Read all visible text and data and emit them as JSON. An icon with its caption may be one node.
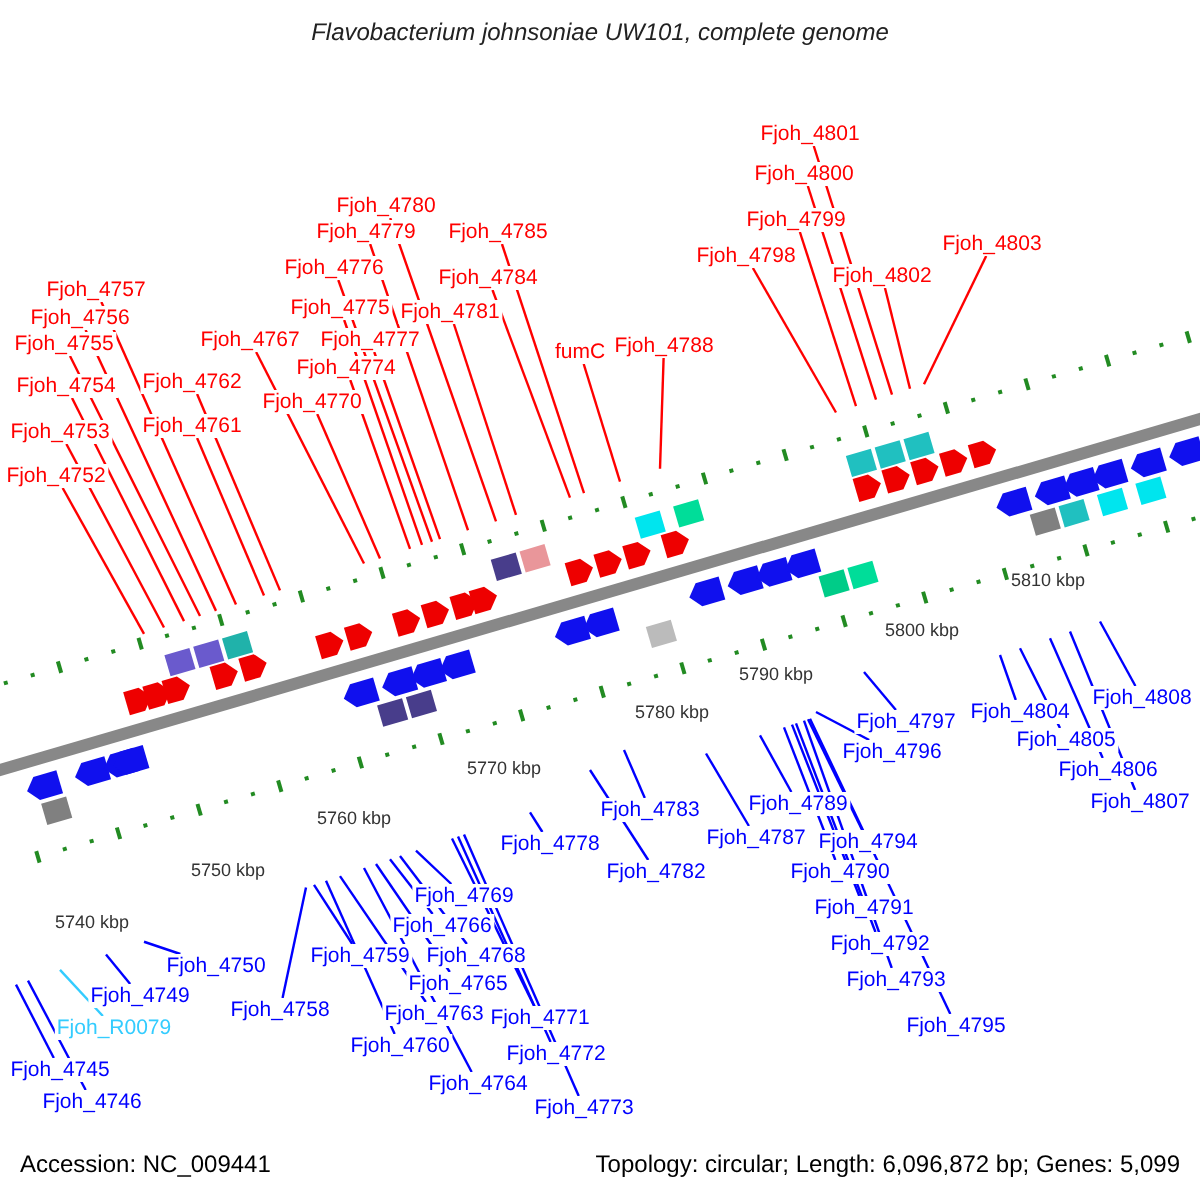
{
  "diagram": {
    "title": "Flavobacterium johnsoniae UW101, complete genome",
    "nodes": [
      {
        "text": [
          "Fjoh_4801"
        ]
      },
      {
        "text": [
          "Fjoh_4800"
        ]
      },
      {
        "text": [
          "Fjoh_4799"
        ]
      },
      {
        "text": [
          "Fjoh_4798"
        ]
      },
      {
        "text": [
          "Fjoh_4802"
        ]
      },
      {
        "text": [
          "Fjoh_4803"
        ]
      },
      {
        "text": [
          "Fjoh_4780"
        ]
      },
      {
        "text": [
          "Fjoh_4779"
        ]
      },
      {
        "text": [
          "Fjoh_4785"
        ]
      },
      {
        "text": [
          "Fjoh_4776"
        ]
      },
      {
        "text": [
          "Fjoh_4784"
        ]
      },
      {
        "text": [
          "Fjoh_4775"
        ]
      },
      {
        "text": [
          "Fjoh_4781"
        ]
      },
      {
        "text": [
          "Fjoh_4777"
        ]
      },
      {
        "text": [
          "Fjoh_4774"
        ]
      },
      {
        "text": [
          "Fjoh_4767"
        ]
      },
      {
        "text": [
          "Fjoh_4770"
        ]
      },
      {
        "text": [
          "fumC"
        ]
      },
      {
        "text": [
          "Fjoh_4788"
        ]
      },
      {
        "text": [
          "Fjoh_4757"
        ]
      },
      {
        "text": [
          "Fjoh_4756"
        ]
      },
      {
        "text": [
          "Fjoh_4755"
        ]
      },
      {
        "text": [
          "Fjoh_4754"
        ]
      },
      {
        "text": [
          "Fjoh_4762"
        ]
      },
      {
        "text": [
          "Fjoh_4753"
        ]
      },
      {
        "text": [
          "Fjoh_4761"
        ]
      },
      {
        "text": [
          "Fjoh_4752"
        ]
      },
      {
        "text": [
          "Fjoh_4808"
        ]
      },
      {
        "text": [
          "Fjoh_4804"
        ]
      },
      {
        "text": [
          "Fjoh_4797"
        ]
      },
      {
        "text": [
          "Fjoh_4805"
        ]
      },
      {
        "text": [
          "Fjoh_4796"
        ]
      },
      {
        "text": [
          "Fjoh_4806"
        ]
      },
      {
        "text": [
          "Fjoh_4807"
        ]
      },
      {
        "text": [
          "Fjoh_4789"
        ]
      },
      {
        "text": [
          "Fjoh_4783"
        ]
      },
      {
        "text": [
          "Fjoh_4787"
        ]
      },
      {
        "text": [
          "Fjoh_4778"
        ]
      },
      {
        "text": [
          "Fjoh_4794"
        ]
      },
      {
        "text": [
          "Fjoh_4782"
        ]
      },
      {
        "text": [
          "Fjoh_4790"
        ]
      },
      {
        "text": [
          "Fjoh_4769"
        ]
      },
      {
        "text": [
          "Fjoh_4791"
        ]
      },
      {
        "text": [
          "Fjoh_4766"
        ]
      },
      {
        "text": [
          "Fjoh_4792"
        ]
      },
      {
        "text": [
          "Fjoh_4768"
        ]
      },
      {
        "text": [
          "Fjoh_4759"
        ]
      },
      {
        "text": [
          "Fjoh_4750"
        ]
      },
      {
        "text": [
          "Fjoh_4793"
        ]
      },
      {
        "text": [
          "Fjoh_4765"
        ]
      },
      {
        "text": [
          "Fjoh_4749"
        ]
      },
      {
        "text": [
          "Fjoh_4758"
        ]
      },
      {
        "text": [
          "Fjoh_4763"
        ]
      },
      {
        "text": [
          "Fjoh_4771"
        ]
      },
      {
        "text": [
          "Fjoh_4795"
        ]
      },
      {
        "text": [
          "Fjoh_R0079"
        ]
      },
      {
        "text": [
          "Fjoh_4760"
        ]
      },
      {
        "text": [
          "Fjoh_4772"
        ]
      },
      {
        "text": [
          "Fjoh_4745"
        ]
      },
      {
        "text": [
          "Fjoh_4764"
        ]
      },
      {
        "text": [
          "Fjoh_4746"
        ]
      },
      {
        "text": [
          "Fjoh_4773"
        ]
      }
    ],
    "edges": [
      {
        "from": 0,
        "to": null,
        "arrow": "none",
        "color": "#ff0000"
      },
      {
        "from": 1,
        "to": null,
        "arrow": "none",
        "color": "#ff0000"
      },
      {
        "from": 2,
        "to": null,
        "arrow": "none",
        "color": "#ff0000"
      },
      {
        "from": 3,
        "to": null,
        "arrow": "none",
        "color": "#ff0000"
      },
      {
        "from": 4,
        "to": null,
        "arrow": "none",
        "color": "#ff0000"
      },
      {
        "from": 5,
        "to": null,
        "arrow": "none",
        "color": "#ff0000"
      },
      {
        "from": 6,
        "to": null,
        "arrow": "none",
        "color": "#ff0000"
      },
      {
        "from": 7,
        "to": null,
        "arrow": "none",
        "color": "#ff0000"
      },
      {
        "from": 8,
        "to": null,
        "arrow": "none",
        "color": "#ff0000"
      },
      {
        "from": 9,
        "to": null,
        "arrow": "none",
        "color": "#ff0000"
      },
      {
        "from": 10,
        "to": null,
        "arrow": "none",
        "color": "#ff0000"
      },
      {
        "from": 11,
        "to": null,
        "arrow": "none",
        "color": "#ff0000"
      },
      {
        "from": 12,
        "to": null,
        "arrow": "none",
        "color": "#ff0000"
      },
      {
        "from": 13,
        "to": null,
        "arrow": "none",
        "color": "#ff0000"
      },
      {
        "from": 14,
        "to": null,
        "arrow": "none",
        "color": "#ff0000"
      },
      {
        "from": 15,
        "to": null,
        "arrow": "none",
        "color": "#ff0000"
      },
      {
        "from": 16,
        "to": null,
        "arrow": "none",
        "color": "#ff0000"
      },
      {
        "from": 17,
        "to": null,
        "arrow": "none",
        "color": "#ff0000"
      },
      {
        "from": 18,
        "to": null,
        "arrow": "none",
        "color": "#ff0000"
      },
      {
        "from": 19,
        "to": null,
        "arrow": "none",
        "color": "#ff0000"
      },
      {
        "from": 20,
        "to": null,
        "arrow": "none",
        "color": "#ff0000"
      },
      {
        "from": 21,
        "to": null,
        "arrow": "none",
        "color": "#ff0000"
      },
      {
        "from": 22,
        "to": null,
        "arrow": "none",
        "color": "#ff0000"
      },
      {
        "from": 23,
        "to": null,
        "arrow": "none",
        "color": "#ff0000"
      },
      {
        "from": 24,
        "to": null,
        "arrow": "none",
        "color": "#ff0000"
      },
      {
        "from": 25,
        "to": null,
        "arrow": "none",
        "color": "#ff0000"
      },
      {
        "from": 26,
        "to": null,
        "arrow": "none",
        "color": "#ff0000"
      },
      {
        "from": 27,
        "to": null,
        "arrow": "none"
      },
      {
        "from": 28,
        "to": null,
        "arrow": "none"
      },
      {
        "from": 29,
        "to": null,
        "arrow": "none"
      },
      {
        "from": 30,
        "to": null,
        "arrow": "none"
      },
      {
        "from": 31,
        "to": null,
        "arrow": "none"
      },
      {
        "from": 32,
        "to": null,
        "arrow": "none"
      },
      {
        "from": 33,
        "to": null,
        "arrow": "none"
      },
      {
        "from": 34,
        "to": null,
        "arrow": "none"
      },
      {
        "from": 35,
        "to": null,
        "arrow": "none"
      },
      {
        "from": 36,
        "to": null,
        "arrow": "none"
      },
      {
        "from": 37,
        "to": null,
        "arrow": "none"
      },
      {
        "from": 38,
        "to": null,
        "arrow": "none"
      },
      {
        "from": 39,
        "to": null,
        "arrow": "none"
      },
      {
        "from": 40,
        "to": null,
        "arrow": "none"
      },
      {
        "from": 41,
        "to": null,
        "arrow": "none"
      },
      {
        "from": 42,
        "to": null,
        "arrow": "none"
      },
      {
        "from": 43,
        "to": null,
        "arrow": "none"
      },
      {
        "from": 44,
        "to": null,
        "arrow": "none"
      },
      {
        "from": 45,
        "to": null,
        "arrow": "none"
      },
      {
        "from": 46,
        "to": null,
        "arrow": "none"
      },
      {
        "from": 47,
        "to": null,
        "arrow": "none"
      },
      {
        "from": 48,
        "to": null,
        "arrow": "none"
      },
      {
        "from": 49,
        "to": null,
        "arrow": "none"
      },
      {
        "from": 50,
        "to": null,
        "arrow": "none"
      },
      {
        "from": 51,
        "to": null,
        "arrow": "none"
      },
      {
        "from": 52,
        "to": null,
        "arrow": "none"
      },
      {
        "from": 53,
        "to": null,
        "arrow": "none"
      },
      {
        "from": 54,
        "to": null,
        "arrow": "none"
      },
      {
        "from": 55,
        "to": null,
        "arrow": "none",
        "color": "#33ccff"
      },
      {
        "from": 56,
        "to": null,
        "arrow": "none"
      },
      {
        "from": 57,
        "to": null,
        "arrow": "none"
      },
      {
        "from": 58,
        "to": null,
        "arrow": "none"
      },
      {
        "from": 59,
        "to": null,
        "arrow": "none"
      },
      {
        "from": 60,
        "to": null,
        "arrow": "none"
      },
      {
        "from": 61,
        "to": null,
        "arrow": "none"
      }
    ],
    "labels": [
      "5810 kbp",
      "5800 kbp",
      "5790 kbp",
      "5780 kbp",
      "5770 kbp",
      "5760 kbp",
      "5750 kbp",
      "5740 kbp",
      "Accession: NC_009441",
      "Topology: circular; Length: 6,096,872 bp; Genes: 5,099"
    ]
  }
}
